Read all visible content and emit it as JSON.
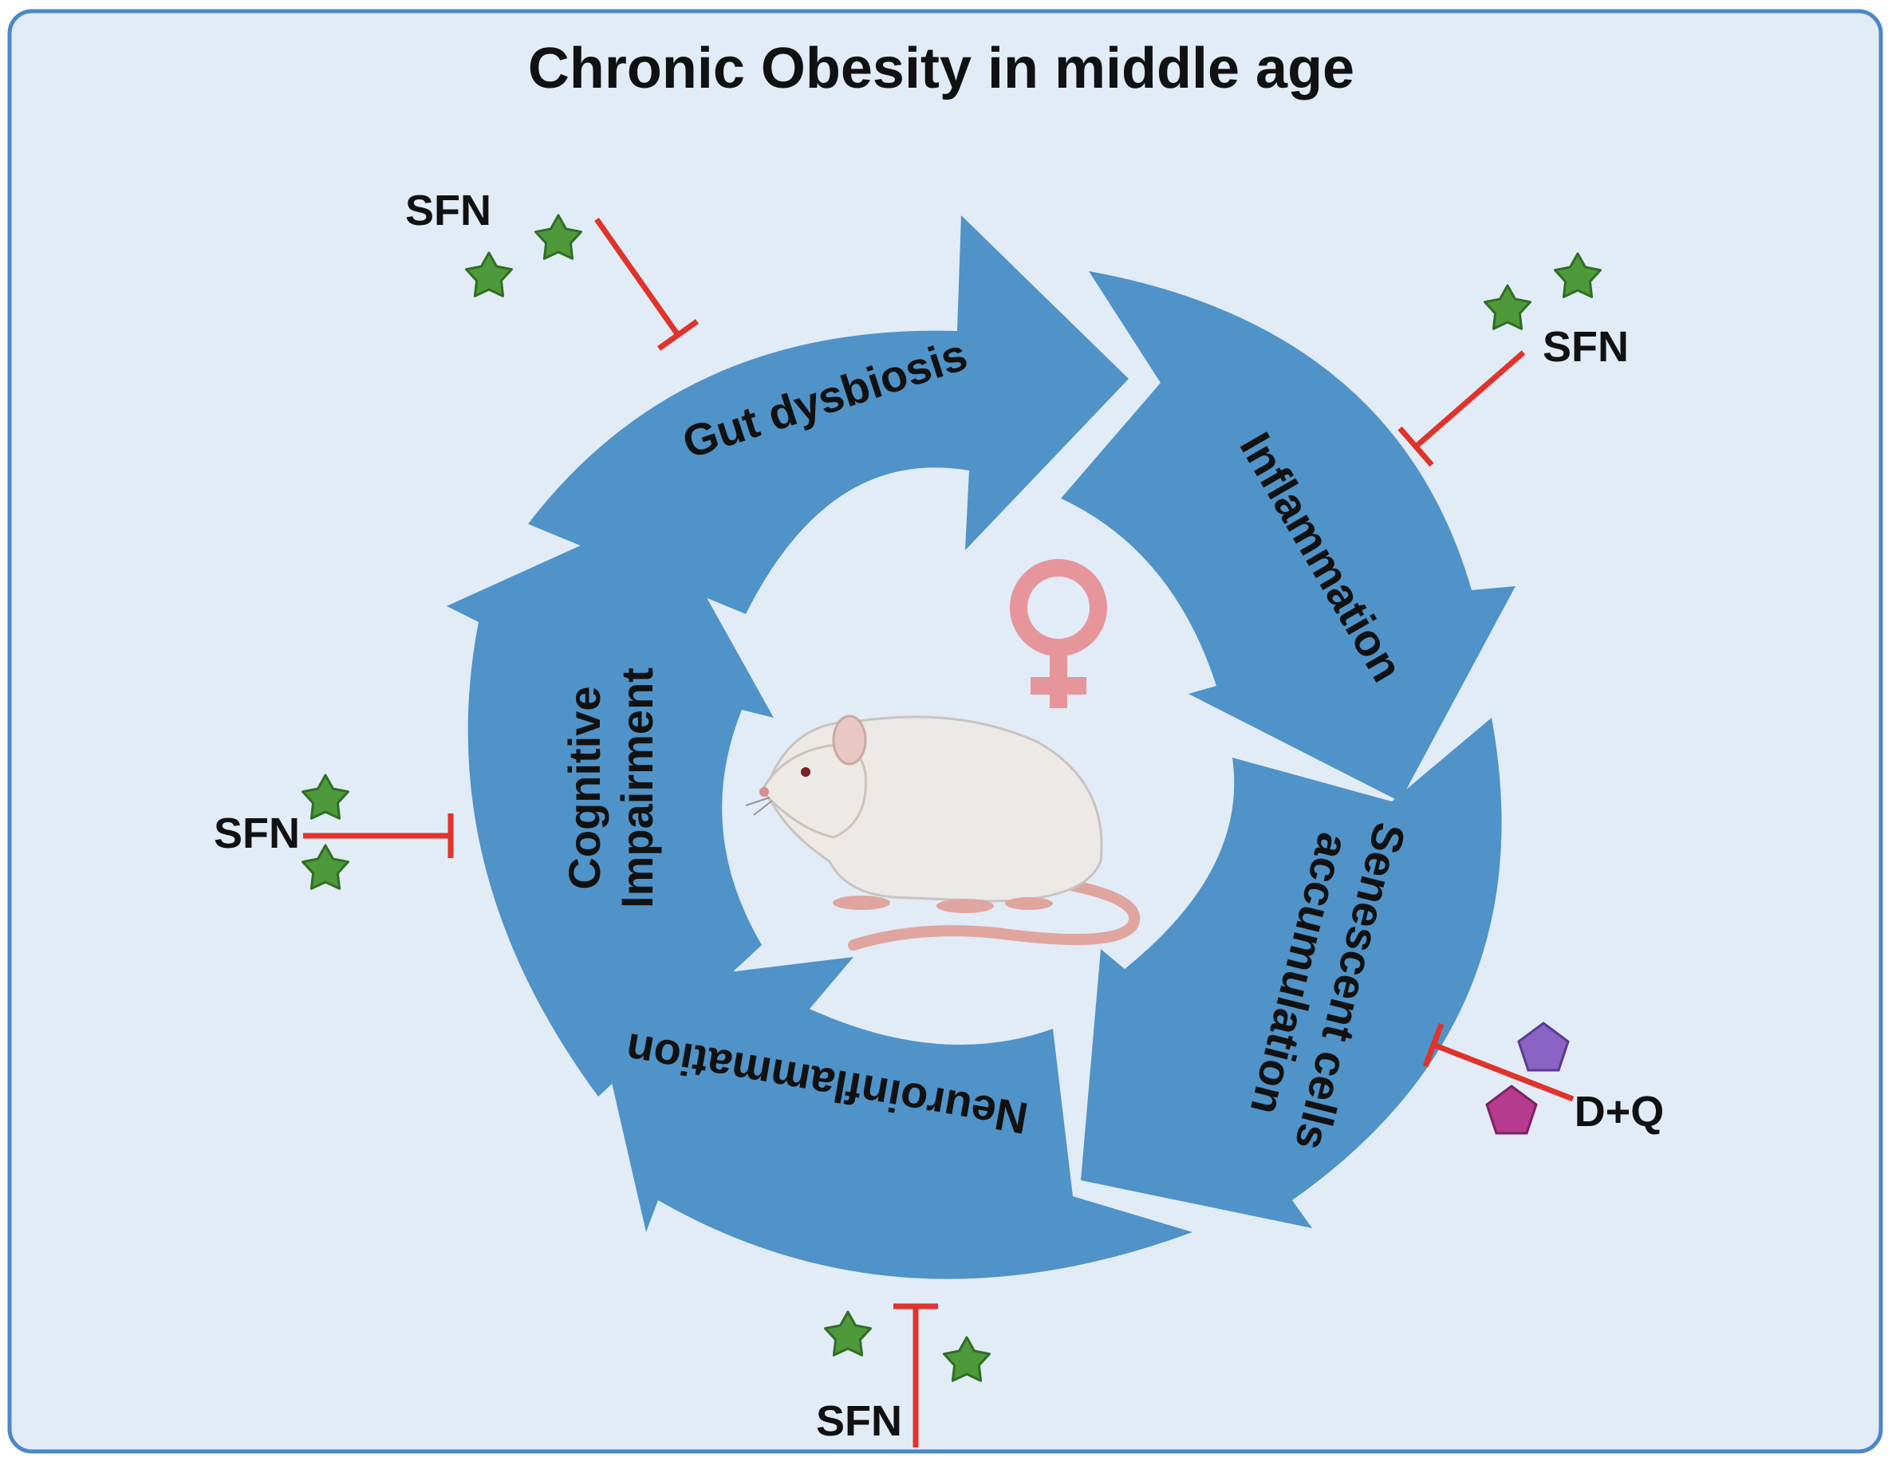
{
  "title": "Chronic Obesity in middle age",
  "stages": {
    "gut_dysbiosis": "Gut dysbiosis",
    "inflammation": "Inflammation",
    "senescent_line1": "Senescent cells",
    "senescent_line2": "accumulation",
    "neuroinflammation": "Neuroinflammation",
    "cognitive_line1": "Cognitive",
    "cognitive_line2": "Impairment"
  },
  "interventions": {
    "sfn": "SFN",
    "dq": "D+Q"
  },
  "center": {
    "symbol": "female-symbol",
    "animal": "mouse"
  },
  "colors": {
    "background": "#e2ecf7",
    "border": "#4d87c7",
    "arrow": "#4f93c8",
    "inhibit": "#e0332b",
    "sfn_star": "#4e9a3a",
    "dq_purple": "#8a63c4",
    "dq_magenta": "#b63a8e",
    "female_symbol": "#e6969b"
  }
}
